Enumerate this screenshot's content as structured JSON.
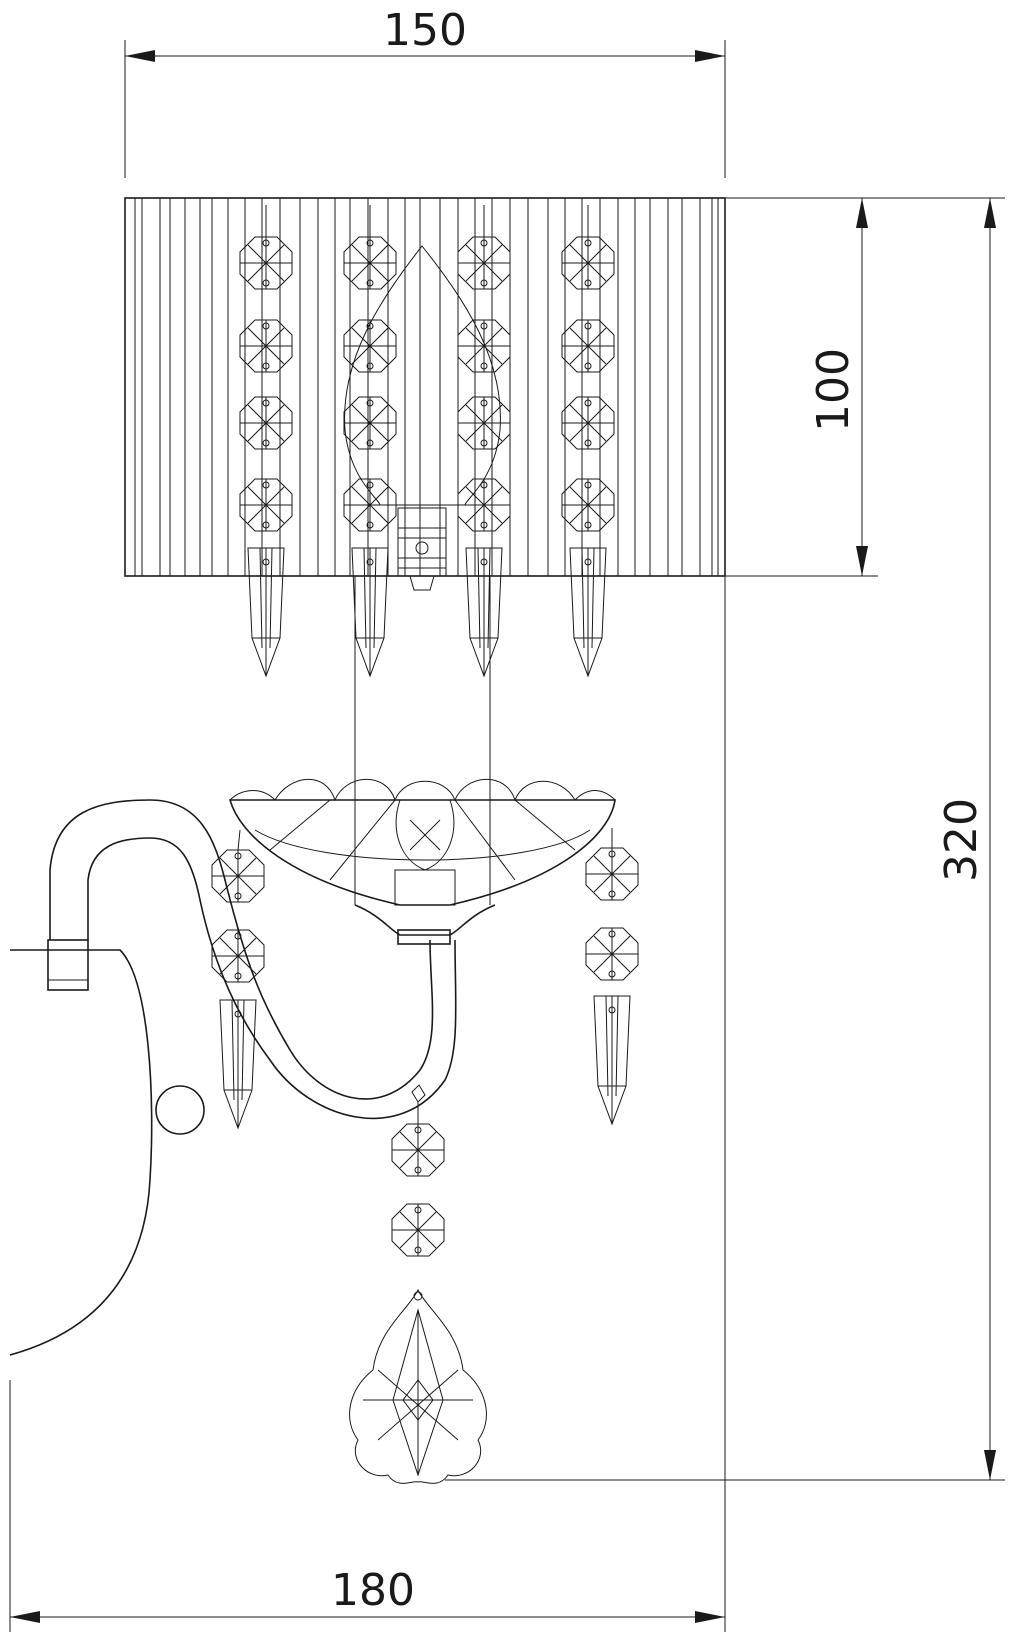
{
  "dimensions": {
    "top_width": "150",
    "shade_height": "100",
    "total_height": "320",
    "bottom_width": "180"
  },
  "colors": {
    "line": "#1a1a1a",
    "background": "#ffffff"
  }
}
